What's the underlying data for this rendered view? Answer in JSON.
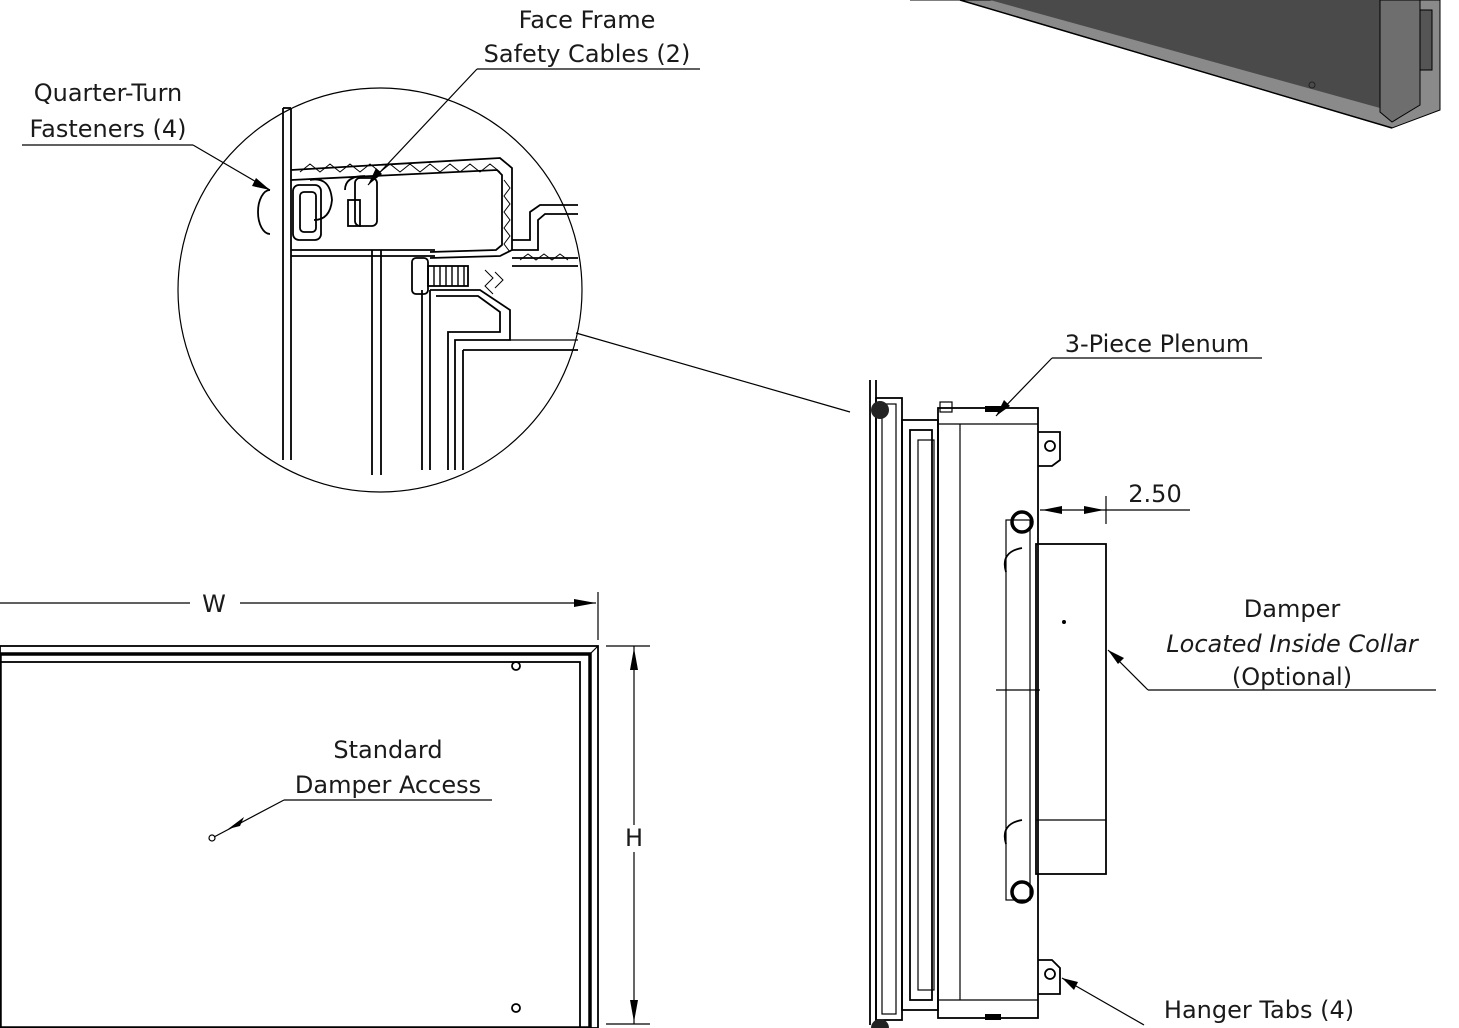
{
  "labels": {
    "face_frame_l1": "Face Frame",
    "face_frame_l2": "Safety Cables (2)",
    "quarter_l1": "Quarter-Turn",
    "quarter_l2": "Fasteners (4)",
    "plenum": "3-Piece Plenum",
    "dim_250": "2.50",
    "damper_l1": "Damper",
    "damper_l2": "Located Inside Collar",
    "damper_l3": "(Optional)",
    "std_l1": "Standard",
    "std_l2": "Damper Access",
    "width": "W",
    "height": "H",
    "hanger": "Hanger Tabs (4)"
  },
  "colors": {
    "line": "#000000",
    "panel_dark": "#4a4a4a",
    "panel_frame": "#8a8a8a"
  }
}
